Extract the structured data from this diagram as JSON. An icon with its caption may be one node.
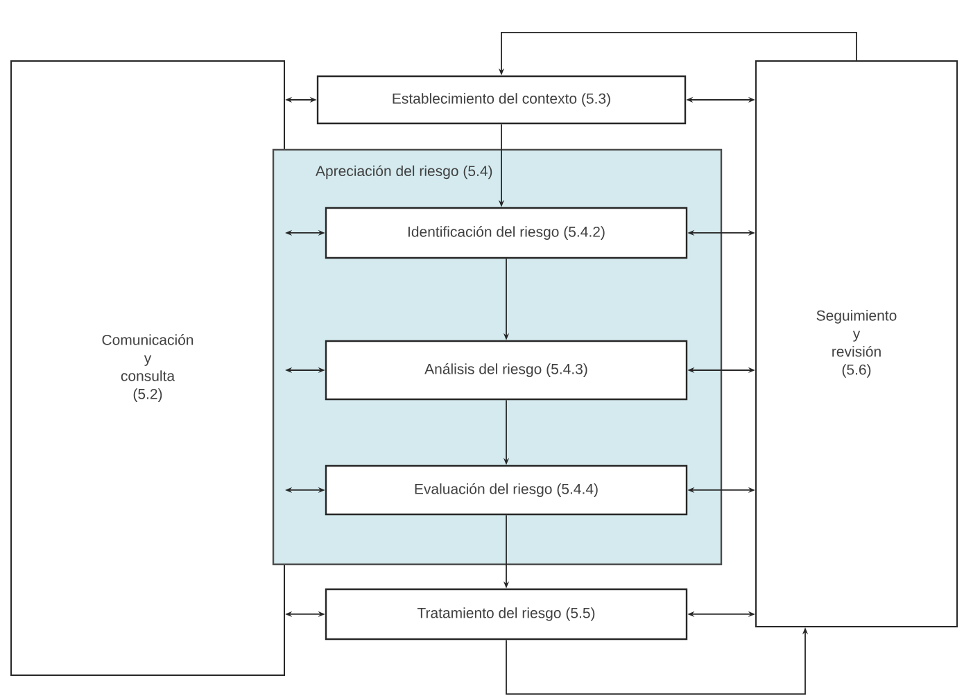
{
  "diagram": {
    "nodes": [
      {
        "text": [
          "Comunicación y consulta (5.2)"
        ]
      },
      {
        "text": [
          "Establecimiento del contexto (5.3)"
        ]
      },
      {
        "text": [
          "Apreciación del riesgo (5.4)"
        ]
      },
      {
        "text": [
          "Identificación del riesgo (5.4.2)"
        ],
        "in": 2
      },
      {
        "text": [
          "Análisis del riesgo (5.4.3)"
        ],
        "in": 2
      },
      {
        "text": [
          "Evaluación del riesgo (5.4.4)"
        ],
        "in": 2
      },
      {
        "text": [
          "Tratamiento del riesgo (5.5)"
        ]
      },
      {
        "text": [
          "Seguimiento y revisión (5.6)"
        ]
      }
    ],
    "edges": [
      {
        "from": 0,
        "to": 1,
        "arrow": "both"
      },
      {
        "from": 1,
        "to": 7,
        "arrow": "both"
      },
      {
        "from": 0,
        "to": 3,
        "arrow": "both"
      },
      {
        "from": 3,
        "to": 7,
        "arrow": "both"
      },
      {
        "from": 0,
        "to": 4,
        "arrow": "both"
      },
      {
        "from": 4,
        "to": 7,
        "arrow": "both"
      },
      {
        "from": 0,
        "to": 5,
        "arrow": "both"
      },
      {
        "from": 5,
        "to": 7,
        "arrow": "both"
      },
      {
        "from": 0,
        "to": 6,
        "arrow": "both"
      },
      {
        "from": 6,
        "to": 7,
        "arrow": "both"
      },
      {
        "from": 1,
        "to": 3,
        "arrow": "to"
      },
      {
        "from": 3,
        "to": 4,
        "arrow": "to"
      },
      {
        "from": 4,
        "to": 5,
        "arrow": "to"
      },
      {
        "from": 5,
        "to": 6,
        "arrow": "to"
      },
      {
        "from": 7,
        "to": 1,
        "arrow": "to"
      },
      {
        "from": 6,
        "to": 7,
        "arrow": "to"
      }
    ]
  }
}
